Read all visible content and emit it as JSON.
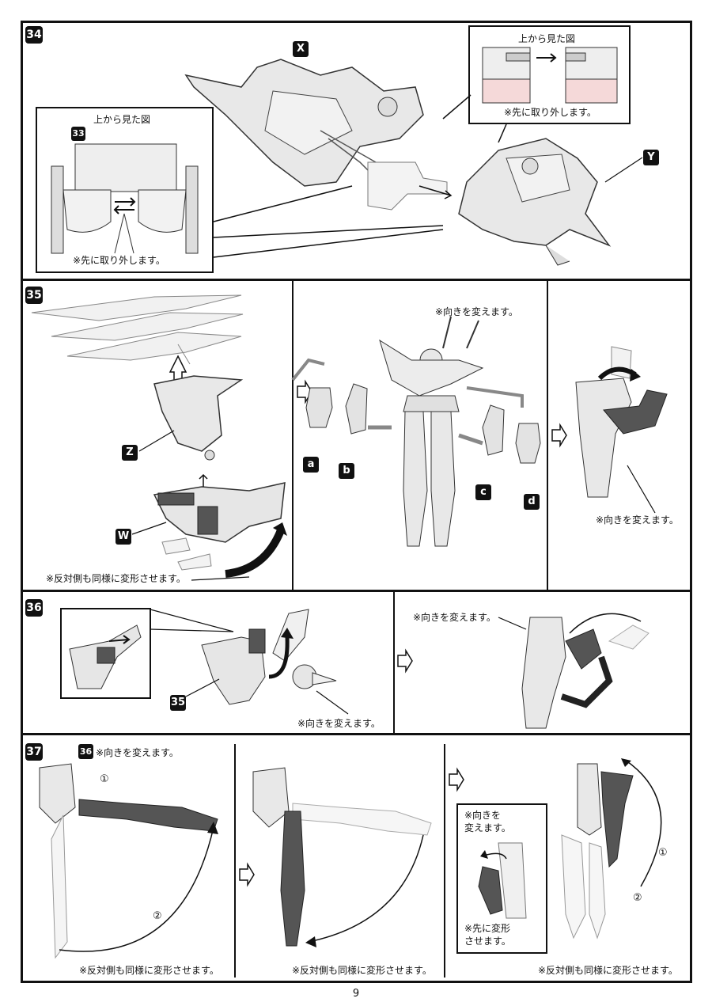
{
  "page_number": "9",
  "steps": [
    {
      "id": "34",
      "label": "34"
    },
    {
      "id": "35",
      "label": "35"
    },
    {
      "id": "36",
      "label": "36"
    },
    {
      "id": "37",
      "label": "37"
    }
  ],
  "step34": {
    "part_x": "X",
    "part_y": "Y",
    "inset_left": {
      "title": "上から見た図",
      "ref": "33",
      "note": "※先に取り外します。"
    },
    "inset_right": {
      "title": "上から見た図",
      "note": "※先に取り外します。"
    }
  },
  "step35": {
    "part_z": "Z",
    "part_w": "W",
    "part_a": "a",
    "part_b": "b",
    "part_c": "c",
    "part_d": "d",
    "note_transform_other": "※反対側も同様に変形させます。",
    "note_turn_center": "※向きを変えます。",
    "note_turn_right": "※向きを変えます。"
  },
  "step36": {
    "ref": "35",
    "note_turn_bottom": "※向きを変えます。",
    "note_turn_right": "※向きを変えます。"
  },
  "step37": {
    "ref": "36",
    "note_turn_top": "※向きを変えます。",
    "marker_1": "①",
    "marker_2": "②",
    "note_other_1": "※反対側も同様に変形させます。",
    "note_other_2": "※反対側も同様に変形させます。",
    "note_other_3": "※反対側も同様に変形させます。",
    "inset_note_turn": "※向きを\n変えます。",
    "inset_note_first": "※先に変形\nさせます。"
  }
}
